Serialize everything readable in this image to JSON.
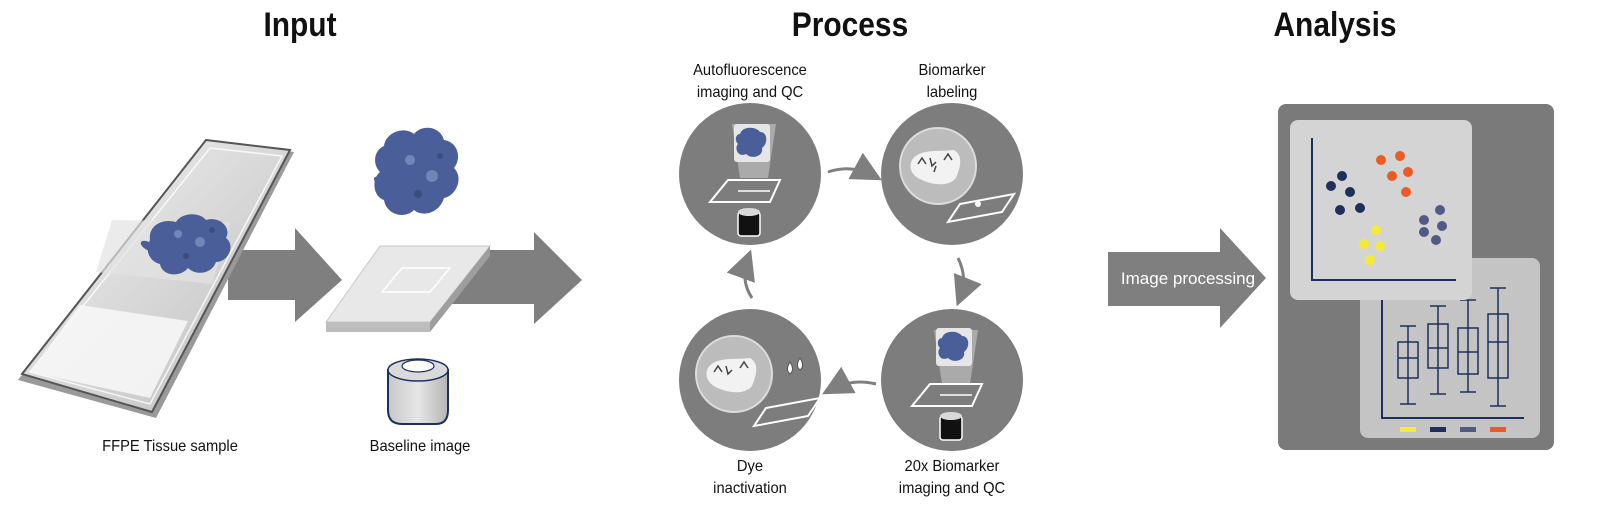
{
  "sections": {
    "input": "Input",
    "process": "Process",
    "analysis": "Analysis"
  },
  "input": {
    "sample_label": "FFPE Tissue sample",
    "baseline_label": "Baseline image"
  },
  "process": {
    "steps": [
      "Autofluorescence\nimaging and QC",
      "Biomarker\nlabeling",
      "20x Biomarker\nimaging and QC",
      "Dye\ninactivation"
    ]
  },
  "analysis": {
    "arrow_label": "Image processing"
  },
  "colors": {
    "tissue": "#4a5f99",
    "panel_dark": "#7a7a7a",
    "circle": "#7d7d7d",
    "arrow": "#7f7f7f",
    "cluster_navy": "#1e2f5c",
    "cluster_orange": "#ee5a24",
    "cluster_yellow": "#f4ea3a",
    "cluster_slate": "#505a85"
  }
}
